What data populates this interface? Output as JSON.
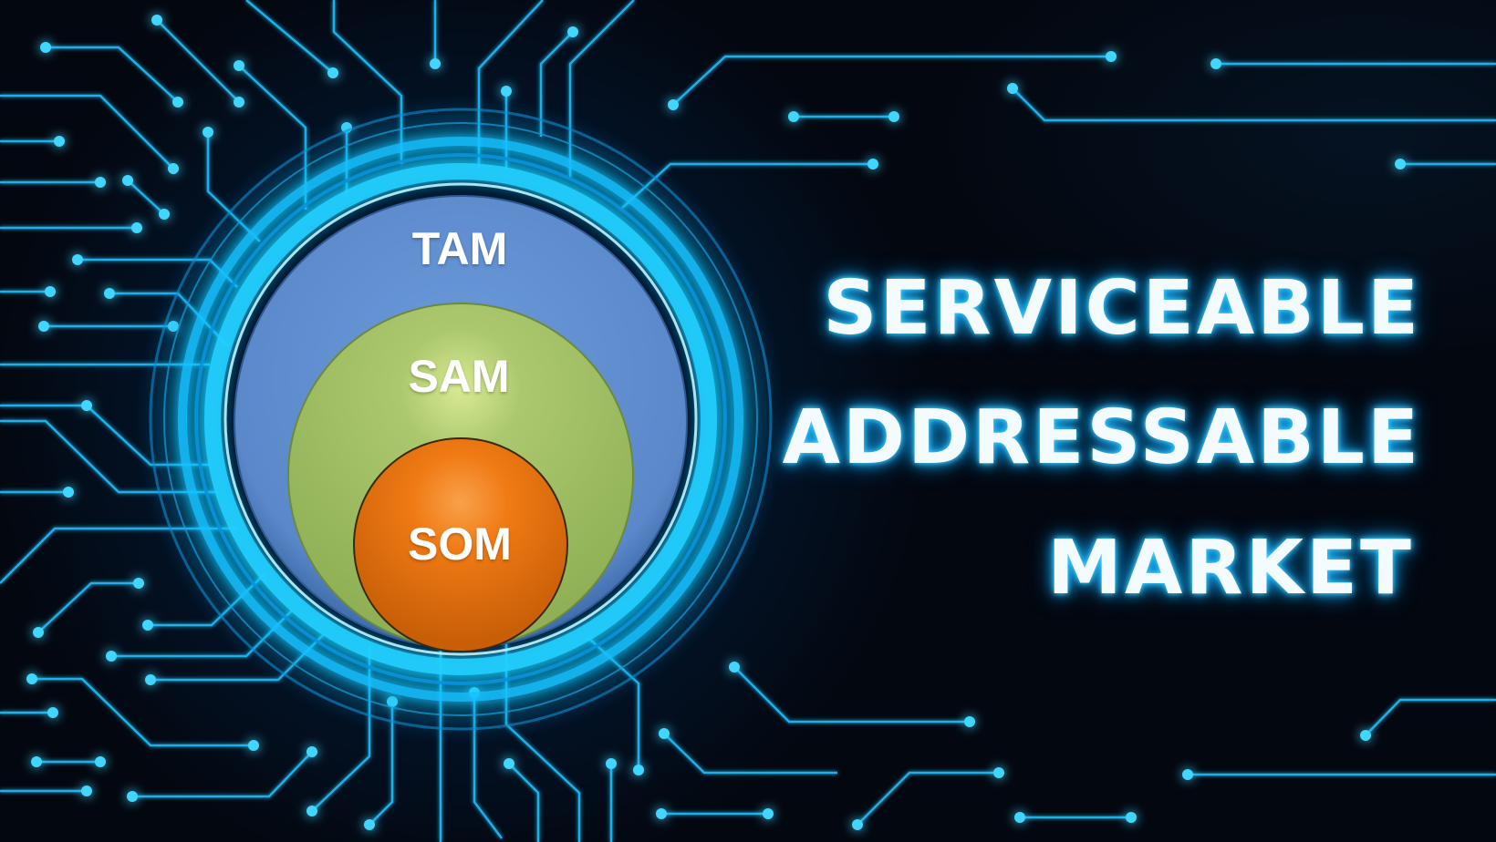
{
  "diagram": {
    "circles": [
      {
        "id": "tam",
        "label": "TAM",
        "color": "#5f8fd0"
      },
      {
        "id": "sam",
        "label": "SAM",
        "color": "#a2c36a"
      },
      {
        "id": "som",
        "label": "SOM",
        "color": "#f07a14"
      }
    ],
    "glow_color": "#14c8ff",
    "trace_color": "#1fb0e8"
  },
  "headline": {
    "line1": "SERVICEABLE",
    "line2": "ADDRESSABLE",
    "line3": "MARKET"
  }
}
